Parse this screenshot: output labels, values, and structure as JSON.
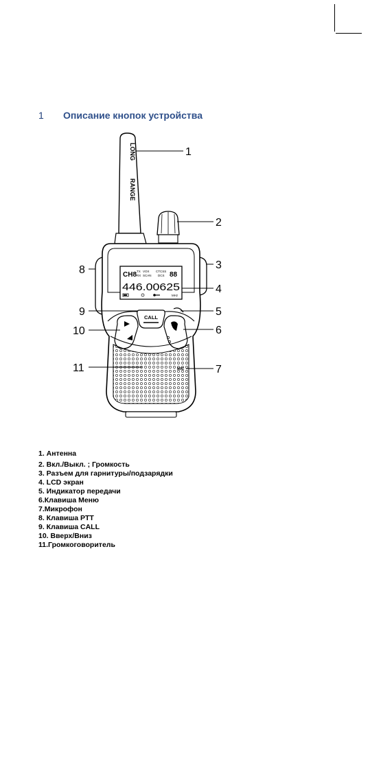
{
  "section": {
    "number": "1",
    "title": "Описание кнопок устройства"
  },
  "figure": {
    "antenna_text_top": "LONG",
    "antenna_text_bottom": "RANGE",
    "lcd": {
      "channel": "CH8",
      "tx": "TX",
      "rx": "RX",
      "vox": "VOX",
      "scan": "SCAN",
      "ctcss": "CTCSS",
      "dcs": "DCS",
      "code": "88",
      "frequency": "446.00625",
      "mhz": "MHz"
    },
    "call_label": "CALL",
    "mic_label": "MIC",
    "callouts": [
      "1",
      "2",
      "3",
      "4",
      "5",
      "6",
      "7",
      "8",
      "9",
      "10",
      "11"
    ]
  },
  "legend": [
    "1. Антенна",
    "2. Вкл./Выкл. ; Громкость",
    "3. Разъем для гарнитуры/подзарядки",
    "4. LCD экран",
    "5. Индикатор передачи",
    "6.Клавиша Меню",
    "7.Микрофон",
    "8. Клавиша PTT",
    "9. Клавиша CALL",
    "10. Вверх/Вниз",
    "11.Громкоговоритель"
  ]
}
